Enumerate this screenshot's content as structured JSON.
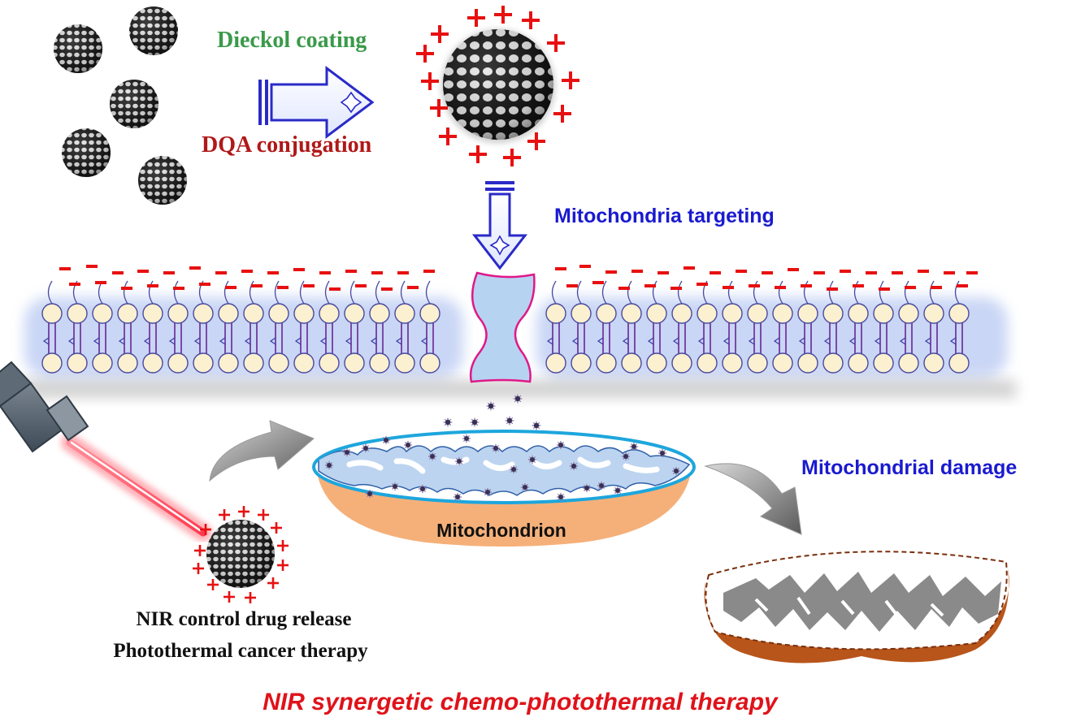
{
  "labels": {
    "dieckol_coating": "Dieckol coating",
    "dqa_conjugation": "DQA conjugation",
    "mito_targeting": "Mitochondria targeting",
    "mitochondrion": "Mitochondrion",
    "mito_damage": "Mitochondrial damage",
    "nir_release": "NIR control drug release",
    "photothermal": "Photothermal cancer therapy",
    "bottom_title": "NIR synergetic chemo-photothermal therapy"
  },
  "symbols": {
    "plus": "+",
    "minus": "–"
  },
  "colors": {
    "green_label": "#3a9a4a",
    "dark_red_label": "#b01818",
    "blue_label": "#1a1ad0",
    "red_title": "#e0121a",
    "charge_red": "#e81010",
    "membrane_head": "#fbf0cf",
    "membrane_glow": "#c4d2f4",
    "channel_fill": "#b7d3f2",
    "channel_edge": "#e0188a",
    "mito_outer": "#f5b079",
    "mito_inner": "#bcd4f0",
    "damaged_outer": "#b8551a",
    "damaged_crista": "#8a8a8a"
  }
}
